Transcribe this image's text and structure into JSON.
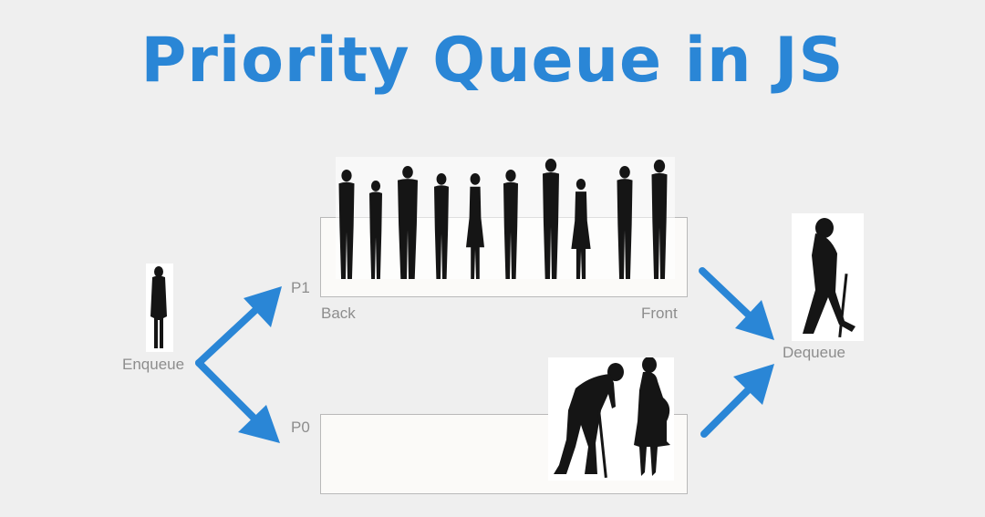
{
  "title": "Priority Queue in JS",
  "colors": {
    "accent": "#2a86d6",
    "label": "#8d8d8d",
    "silhouette": "#151515",
    "box_border": "#b9b9b9"
  },
  "labels": {
    "enqueue": "Enqueue",
    "dequeue": "Dequeue",
    "p1": "P1",
    "p0": "P0",
    "back": "Back",
    "front": "Front"
  },
  "icons": {
    "arrow": "arrow-icon",
    "person": "person-silhouette-icon",
    "elderly": "elderly-person-with-cane-icon",
    "pregnant": "pregnant-woman-icon"
  }
}
